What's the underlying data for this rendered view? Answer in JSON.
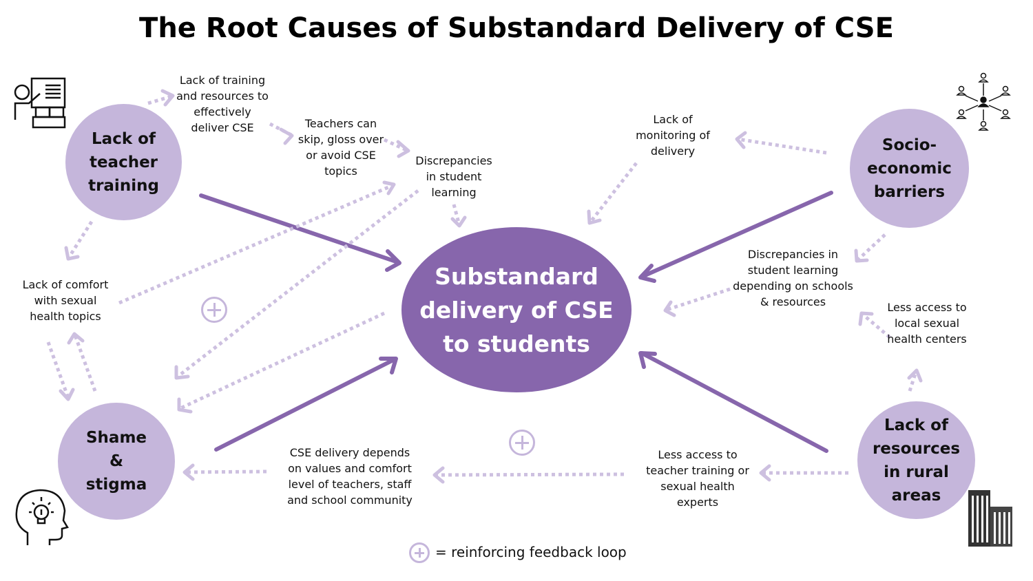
{
  "title": "The Root Causes of Substandard Delivery of CSE",
  "center": "Substandard delivery of CSE to students",
  "nodes": {
    "teacher_training": "Lack of teacher training",
    "socio_economic": "Socio-economic barriers",
    "shame_stigma": "Shame & stigma",
    "rural_resources": "Lack of resources in rural areas"
  },
  "labels": {
    "lack_training_resources": "Lack of training and resources to effectively deliver CSE",
    "teachers_skip": "Teachers can skip, gloss over or avoid CSE topics",
    "discrepancies_student": "Discrepancies in student learning",
    "lack_monitoring": "Lack of monitoring of delivery",
    "discrepancies_schools": "Discrepancies in student learning depending on schools & resources",
    "less_access_local": "Less access to local sexual health centers",
    "less_access_teacher": "Less access to teacher training or sexual health experts",
    "cse_depends": "CSE delivery depends on values and comfort level of teachers, staff and school community",
    "lack_comfort": "Lack of comfort with sexual health topics"
  },
  "legend": "= reinforcing feedback loop",
  "icons": [
    "teacher-presentation-icon",
    "network-people-icon",
    "head-lightbulb-icon",
    "buildings-icon",
    "reinforcing-loop-icon"
  ],
  "colors": {
    "node": "#c5b6db",
    "center": "#8766ac",
    "arrow_solid": "#8766ac",
    "arrow_dashed": "#cdc0e0"
  }
}
